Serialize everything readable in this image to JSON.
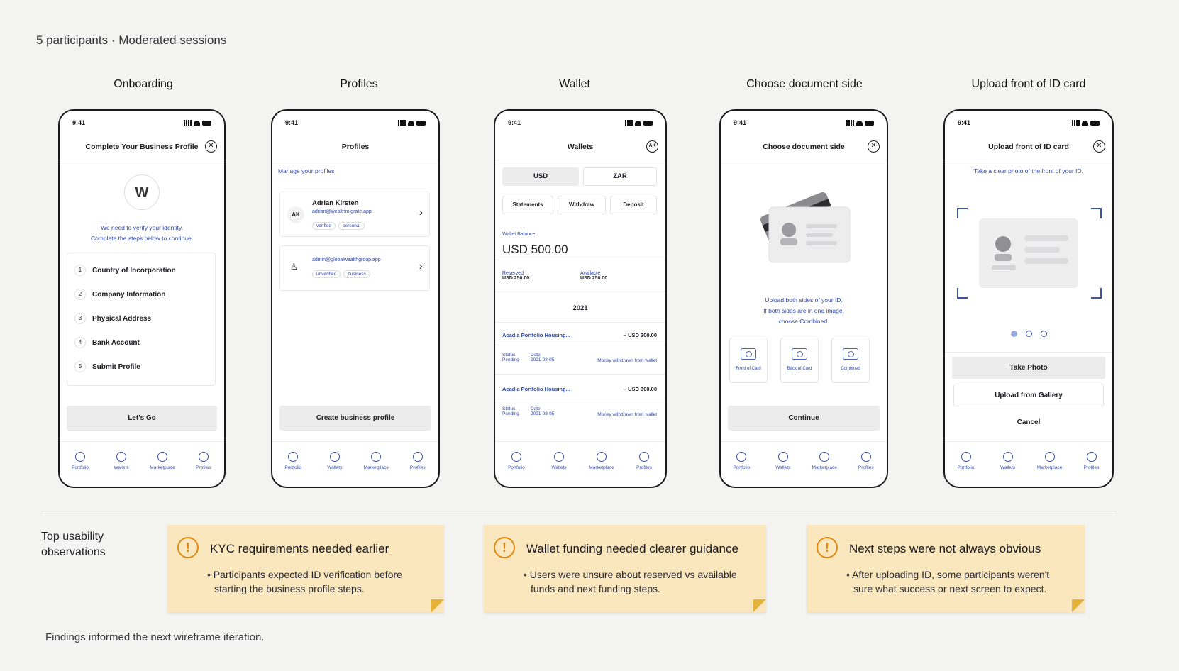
{
  "header": {
    "subtitle": "5 participants · Moderated sessions"
  },
  "screens": [
    {
      "title": "Onboarding"
    },
    {
      "title": "Profiles"
    },
    {
      "title": "Wallet"
    },
    {
      "title": "Choose document side"
    },
    {
      "title": "Upload front of ID card"
    }
  ],
  "status_time": "9:41",
  "tabbar": [
    "Portfolio",
    "Wallets",
    "Marketplace",
    "Profiles"
  ],
  "onboarding": {
    "header": "Complete Your Business Profile",
    "logo": "W",
    "message_1": "We need to verify your identity.",
    "message_2": "Complete the steps below to continue.",
    "steps": [
      {
        "n": "1",
        "label": "Country of Incorporation"
      },
      {
        "n": "2",
        "label": "Company Information"
      },
      {
        "n": "3",
        "label": "Physical Address"
      },
      {
        "n": "4",
        "label": "Bank Account"
      },
      {
        "n": "5",
        "label": "Submit Profile"
      }
    ],
    "button": "Let's Go"
  },
  "profiles": {
    "header": "Profiles",
    "manage": "Manage your profiles",
    "card1": {
      "initials": "AK",
      "name": "Adrian Kirsten",
      "email": "adrian@wealthmigrate.app",
      "tags": [
        "verified",
        "personal"
      ]
    },
    "card2": {
      "email": "admin@globalwealthgroup.app",
      "tags": [
        "unverified",
        "business"
      ]
    },
    "button": "Create business profile"
  },
  "wallet": {
    "header": "Wallets",
    "avatar": "AK",
    "currencies": [
      "USD",
      "ZAR"
    ],
    "actions": [
      "Statements",
      "Withdraw",
      "Deposit"
    ],
    "balance_label": "Wallet Balance",
    "balance": "USD 500.00",
    "reserved_label": "Reserved",
    "reserved": "USD 250.00",
    "available_label": "Available",
    "available": "USD 250.00",
    "year": "2021",
    "transactions": [
      {
        "title": "Acadia Portfolio Housing...",
        "amount": "– USD 300.00",
        "status_label": "Status",
        "status": "Pending",
        "date_label": "Date",
        "date": "2021-08-05",
        "desc": "Money withdrawn from wallet"
      },
      {
        "title": "Acadia Portfolio Housing...",
        "amount": "– USD 300.00",
        "status_label": "Status",
        "status": "Pending",
        "date_label": "Date",
        "date": "2021-08-05",
        "desc": "Money withdrawn from wallet"
      }
    ]
  },
  "choose": {
    "header": "Choose document side",
    "line1": "Upload both sides of your ID.",
    "line2": "If both sides are in one image,",
    "line3": "choose Combined.",
    "options": [
      "Front of Card",
      "Back of Card",
      "Combined"
    ],
    "button": "Continue"
  },
  "upload": {
    "header": "Upload front of ID card",
    "hint": "Take a clear photo of the front of your ID.",
    "take_photo": "Take Photo",
    "gallery": "Upload from Gallery",
    "cancel": "Cancel"
  },
  "observations": {
    "label_1": "Top usability",
    "label_2": "observations",
    "notes": [
      {
        "title": "KYC requirements needed earlier",
        "body_1": "• Participants expected ID verification before",
        "body_2": "starting the business profile steps."
      },
      {
        "title": "Wallet funding needed clearer guidance",
        "body_1": "• Users were unsure about reserved vs available",
        "body_2": "funds and next funding steps."
      },
      {
        "title": "Next steps were not always obvious",
        "body_1": "• After uploading ID, some participants weren't",
        "body_2": "sure what success or next screen to expect."
      }
    ]
  },
  "footer": "Findings informed the next wireframe iteration."
}
